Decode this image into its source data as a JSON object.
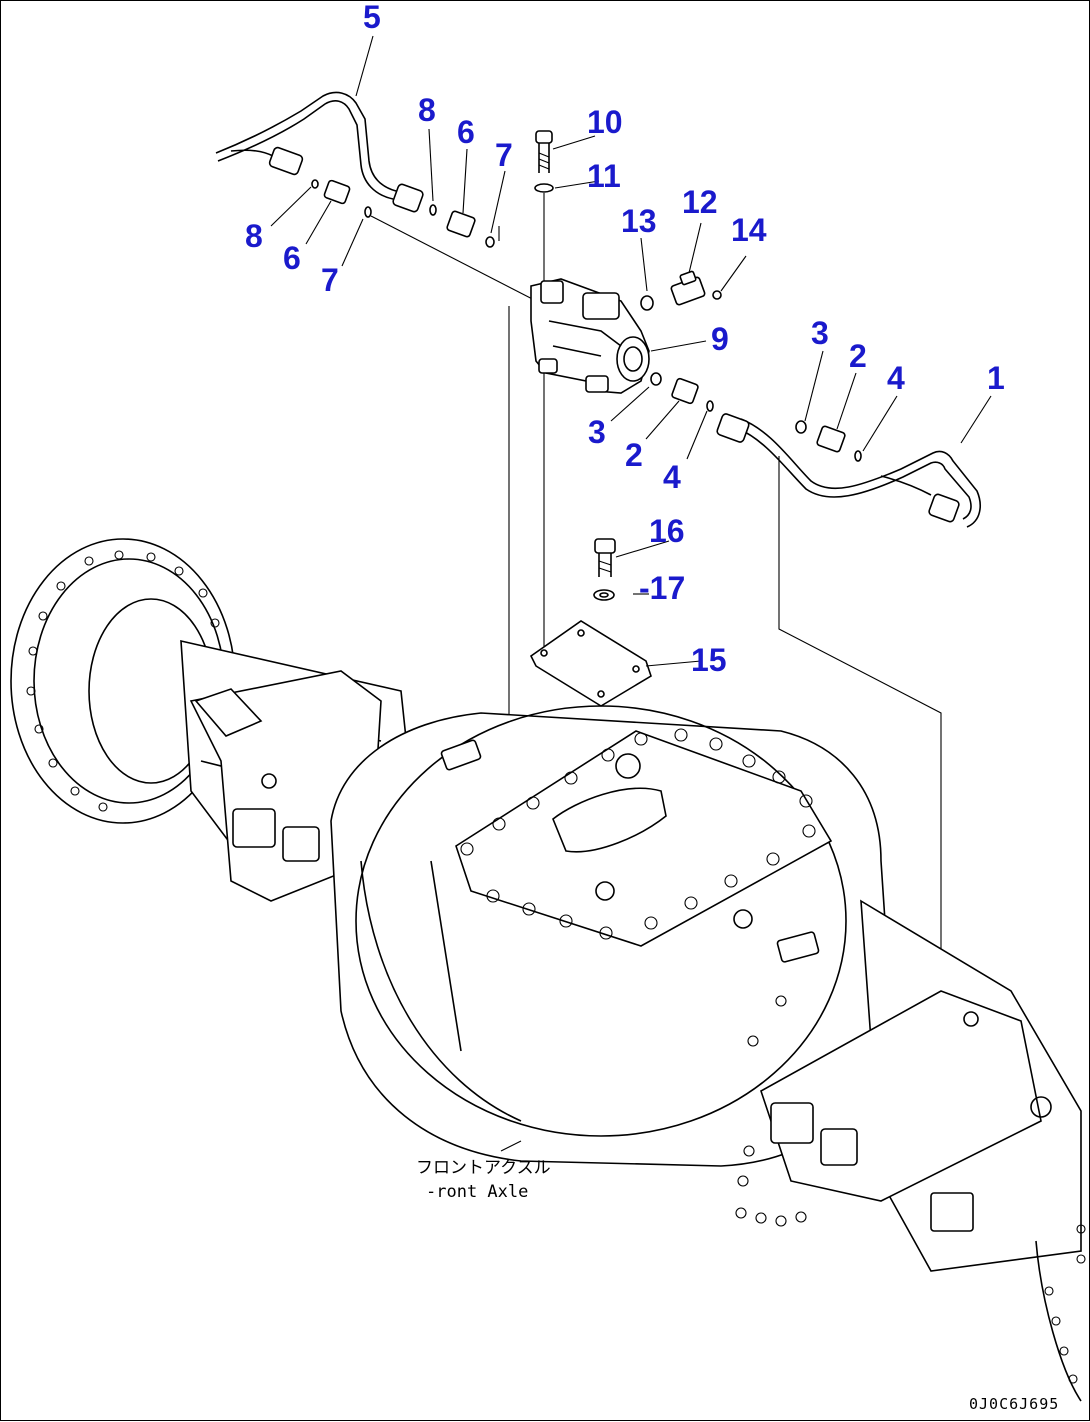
{
  "diagram": {
    "callouts": [
      "5",
      "8",
      "6",
      "7",
      "10",
      "11",
      "13",
      "12",
      "14",
      "8",
      "6",
      "7",
      "9",
      "3",
      "2",
      "4",
      "1",
      "3",
      "2",
      "4",
      "16",
      "-17",
      "15"
    ],
    "caption": {
      "line1": "フロントアクスル",
      "line2": "-ront Axle"
    },
    "doc_id": "0J0C6J695",
    "colors": {
      "callout": "#1a1acc",
      "line": "#000000",
      "background": "#ffffff"
    }
  }
}
